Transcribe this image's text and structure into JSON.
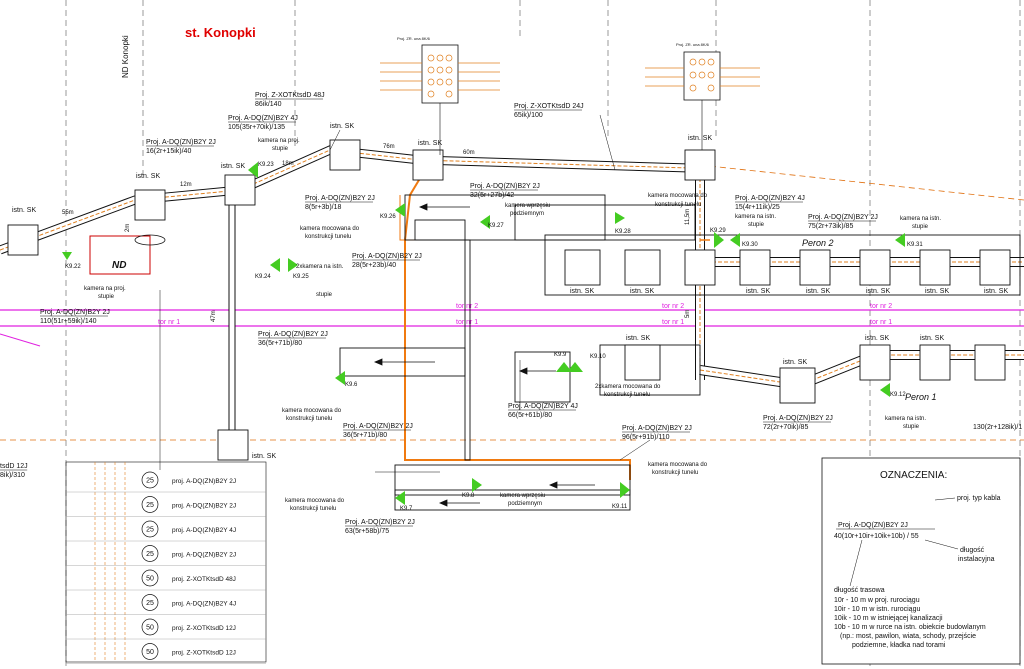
{
  "title": "st. Konopki",
  "street": "ND Konopki",
  "nd": "ND",
  "tracks": [
    "tor nr 2",
    "tor nr 1"
  ],
  "platforms": [
    "Peron 2",
    "Peron 1"
  ],
  "istn_sk": "istn. SK",
  "cables": [
    "Proj. A-DQ(ZN)B2Y 2J|16(2r+15ik)/40",
    "Proj. A-DQ(ZN)B2Y 4J|105(35r+70ik)/135",
    "Proj. Z-XOTKtsdD 48J|86ik/140",
    "Proj. Z-XOTKtsdD 24J|65ik)/100",
    "Proj. A-DQ(ZN)B2Y 2J|8(5r+3b)/18",
    "Proj. A-DQ(ZN)B2Y 2J|32(5r+27b)/42",
    "Proj. A-DQ(ZN)B2Y 2J|28(5r+23b)/40",
    "Proj. A-DQ(ZN)B2Y 4J|15(4r+11ik)/25",
    "Proj. A-DQ(ZN)B2Y 2J|75(2r+73ik)/85",
    "Proj. A-DQ(ZN)B2Y 2J|110(51r+59ik)/140",
    "Proj. A-DQ(ZN)B2Y 2J|36(5r+71b)/80",
    "Proj. A-DQ(ZN)B2Y 4J|66(5r+61b)/80",
    "Proj. A-DQ(ZN)B2Y 2J|72(2r+70ik)/85",
    "Proj. A-DQ(ZN)B2Y 2J|36(5r+71b)/80",
    "Proj. A-DQ(ZN)B2Y 2J|96(5r+91b)/110",
    "Proj. A-DQ(ZN)B2Y 2J|63(5r+58b)/75",
    "|130(2r+128ik)/1",
    "tsdD 12J|8ik)/310"
  ],
  "cameras": [
    "K9.22",
    "K9.23",
    "K9.24",
    "K9.25",
    "K9.26",
    "K9.27",
    "K9.28",
    "K9.29",
    "K9.30",
    "K9.31",
    "K9.6",
    "K9.9",
    "K9.10",
    "K9.12",
    "K9.7",
    "K9.8",
    "K9.11"
  ],
  "notes": {
    "kamera_proj": "kamera na proj.",
    "stupie": "stupie",
    "kamera_istn": "kamera na istn.",
    "kamera_tunel": "kamera mocowana do",
    "konstr_tunelu": "konstrukcji tunelu",
    "kamera_wprz": "kamera wprzęsiu",
    "podziemnym": "podziemnym",
    "dwie_kamery_istn": "2xkamera na istn.",
    "dwie_kamery_tunel": "2xkamera mocowana do"
  },
  "distances": [
    "55m",
    "12m",
    "18m",
    "76m",
    "60m",
    "2m",
    "47m",
    "11,5m",
    "5m"
  ],
  "ducts": [
    {
      "size": "25",
      "label": "proj. A-DQ(ZN)B2Y 2J"
    },
    {
      "size": "25",
      "label": "proj. A-DQ(ZN)B2Y 2J"
    },
    {
      "size": "25",
      "label": "proj. A-DQ(ZN)B2Y 4J"
    },
    {
      "size": "25",
      "label": "proj. A-DQ(ZN)B2Y 2J"
    },
    {
      "size": "50",
      "label": "proj. Z-XOTKtsdD 48J"
    },
    {
      "size": "25",
      "label": "proj. A-DQ(ZN)B2Y 4J"
    },
    {
      "size": "50",
      "label": "proj. Z-XOTKtsdD 12J"
    },
    {
      "size": "50",
      "label": "proj. Z-XOTKtsdD 12J"
    }
  ],
  "legend": {
    "heading": "OZNACZENIA:",
    "cable_label": "Proj. A-DQ(ZN)B2Y 2J",
    "cable_value": "40(10r+10ir+10ik+10b) / 55",
    "typ": "proj. typ kabla",
    "dlugosc": "długość",
    "instalacyjna": "instalacyjna",
    "trasowa": "długość trasowa",
    "items": [
      "10r - 10 m w proj. rurociągu",
      "10ir - 10 m w istn. rurociągu",
      "10ik - 10 m w istniejącej kanalizacji",
      "10b - 10 m w rurce na istn. obiekcie budowlanym",
      "(np.: most, pawilon, wiata, schody, przejście",
      "podziemne, kładka nad torami"
    ]
  },
  "mini_box_label": "Proj. ZR. una 8K/6",
  "mini_box_label2": "Proj. ZR. una 8K/6"
}
